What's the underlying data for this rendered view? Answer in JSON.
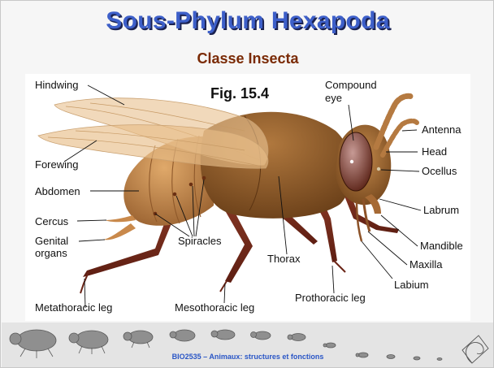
{
  "slide": {
    "title": "Sous-Phylum Hexapoda",
    "subtitle": "Classe Insecta",
    "figure_label": "Fig. 15.4",
    "footer": "BIO2535 – Animaux: structures et fonctions"
  },
  "labels": {
    "hindwing": "Hindwing",
    "forewing": "Forewing",
    "abdomen": "Abdomen",
    "cercus": "Cercus",
    "genital_1": "Genital",
    "genital_2": "organs",
    "metathoracic_leg": "Metathoracic leg",
    "mesothoracic_leg": "Mesothoracic leg",
    "spiracles": "Spiracles",
    "thorax": "Thorax",
    "prothoracic_leg": "Prothoracic leg",
    "compound_eye_1": "Compound",
    "compound_eye_2": "eye",
    "antenna": "Antenna",
    "head": "Head",
    "ocellus": "Ocellus",
    "labrum": "Labrum",
    "mandible": "Mandible",
    "maxilla": "Maxilla",
    "labium": "Labium"
  },
  "colors": {
    "title": "#3d5fc9",
    "subtitle": "#7a2a05",
    "footer_text": "#2a56c6"
  }
}
